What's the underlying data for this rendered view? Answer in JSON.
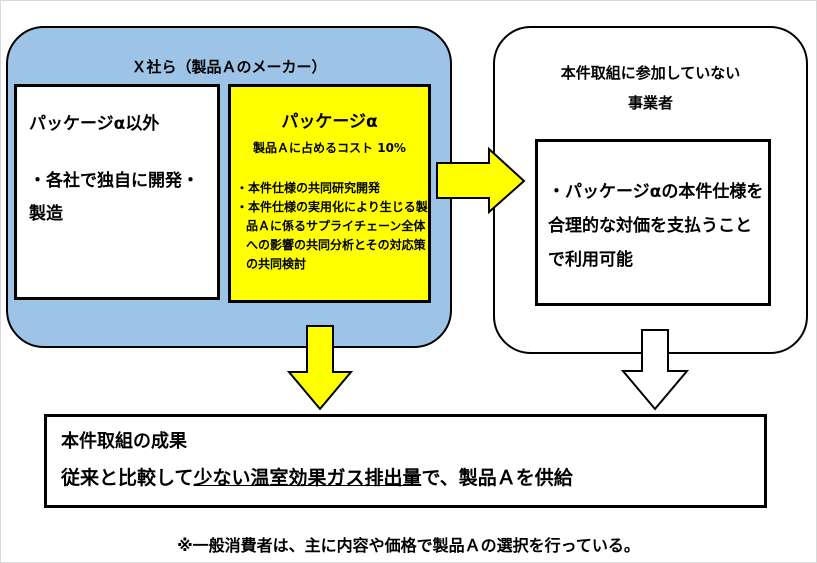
{
  "group_x": {
    "title": "Ｘ社ら（製品Ａのメーカー）"
  },
  "box_other": {
    "title": "パッケージα以外",
    "body": "・各社で独自に開発・製造"
  },
  "box_alpha": {
    "title": "パッケージα",
    "cost": "製品Ａに占めるコスト 10%",
    "items": [
      "・本件仕様の共同研究開発",
      "・本件仕様の実用化により生じる製品Ａに係るサプライチェーン全体への影響の共同分析とその対応策の共同検討"
    ]
  },
  "group_np": {
    "title_line1": "本件取組に参加していない",
    "title_line2": "事業者"
  },
  "box_np": {
    "body": "・パッケージαの本件仕様を合理的な対価を支払うことで利用可能"
  },
  "result": {
    "title": "本件取組の成果",
    "seg1": "従来と比較して",
    "seg2": "少ない",
    "seg3": "温室効果ガス排出量",
    "seg4": "で、製品Ａを供給"
  },
  "footnote": "※一般消費者は、主に内容や価格で製品Ａの選択を行っている。",
  "colors": {
    "group_x_fill": "#9dc3e6",
    "alpha_fill": "#ffff00",
    "arrow_yellow": "#ffff00",
    "arrow_white": "#ffffff",
    "stroke": "#000000"
  }
}
